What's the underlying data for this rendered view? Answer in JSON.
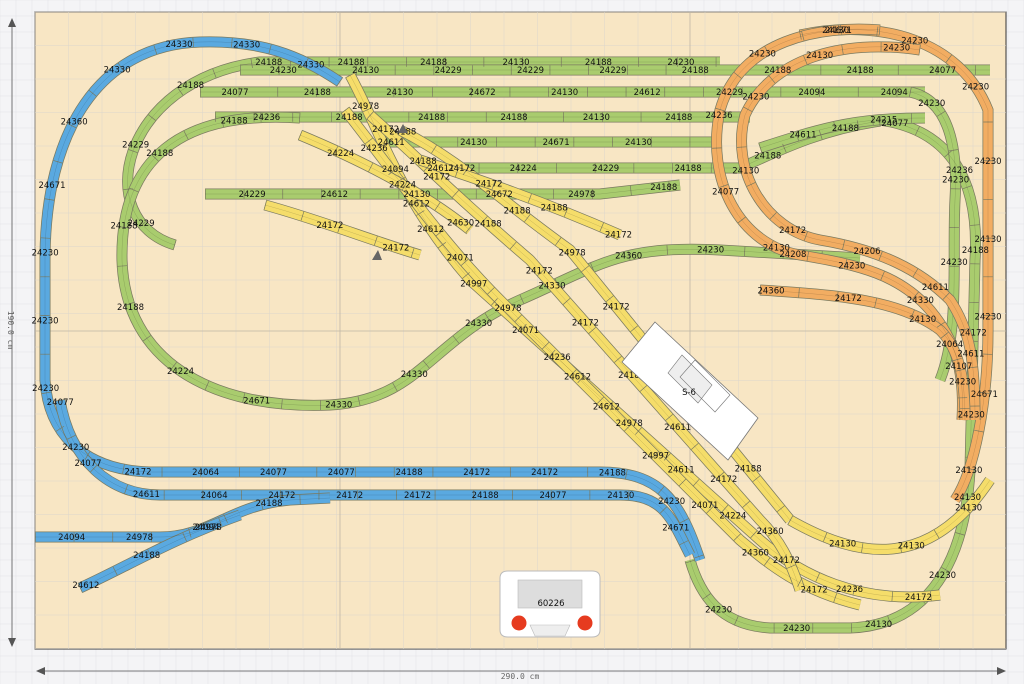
{
  "colors": {
    "board": "#f8e6c4",
    "grid": "#dcd6cc",
    "blue": "#5aa9e0",
    "green": "#a9cc6e",
    "yellow": "#f5dd6a",
    "orange": "#f2ad62",
    "outline": "#7a7a60"
  },
  "dimensions": {
    "width_label": "290.0 cm",
    "height_label": "190.0 cm"
  },
  "station": {
    "label": "S-6"
  },
  "controller": {
    "label": "60226"
  },
  "labels": {
    "blue": [
      "24330",
      "24330",
      "24330",
      "24330",
      "24360",
      "24671",
      "24230",
      "24230",
      "24230",
      "24230",
      "24172",
      "24064",
      "24077",
      "24077",
      "24188",
      "24172",
      "24172",
      "24188",
      "24230",
      "24077",
      "24077",
      "24611",
      "24064",
      "24172",
      "24172",
      "24172",
      "24188",
      "24077",
      "24130",
      "24671",
      "24094",
      "24978",
      "24094",
      "24188",
      "24612",
      "24188",
      "24978"
    ],
    "green": [
      "24229",
      "24229",
      "24188",
      "24188",
      "24188",
      "24188",
      "24130",
      "24188",
      "24230",
      "24230",
      "24130",
      "24229",
      "24229",
      "24229",
      "24188",
      "24188",
      "24188",
      "24077",
      "24077",
      "24188",
      "24130",
      "24672",
      "24130",
      "24612",
      "24229",
      "24094",
      "24094",
      "24236",
      "24188",
      "24188",
      "24188",
      "24130",
      "24188",
      "24611",
      "24130",
      "24671",
      "24130",
      "24611",
      "24224",
      "24229",
      "24188",
      "24188",
      "24188",
      "24229",
      "24612",
      "24130",
      "24672",
      "24978",
      "24188",
      "24188",
      "24188",
      "24188",
      "24188",
      "24224",
      "24671",
      "24330",
      "24330",
      "24330",
      "24330",
      "24360",
      "24230",
      "24208",
      "24077",
      "24236",
      "24188",
      "24172",
      "24230",
      "24130",
      "24230",
      "24130",
      "24230",
      "24230",
      "24230",
      "24230",
      "24230",
      "24064",
      "24611",
      "24215"
    ],
    "yellow": [
      "24978",
      "24094",
      "24612",
      "24997",
      "24071",
      "24612",
      "24978",
      "24611",
      "24224",
      "24172",
      "24236",
      "24172",
      "24236",
      "24612",
      "24071",
      "24978",
      "24236",
      "24612",
      "24997",
      "24071",
      "24360",
      "24172",
      "24172",
      "24172",
      "24188",
      "24172",
      "24172",
      "24188",
      "24611",
      "24172",
      "24360",
      "24188",
      "24172",
      "24188",
      "24978",
      "24172",
      "24188",
      "24188",
      "24188",
      "24188",
      "24172",
      "24188",
      "24172",
      "24172",
      "24172",
      "24224",
      "24224",
      "24630",
      "24130",
      "24130",
      "24130"
    ],
    "orange": [
      "24671",
      "24230",
      "24230",
      "24230",
      "24130",
      "24230",
      "24671",
      "24130",
      "24130",
      "24230",
      "24236",
      "24077",
      "24130",
      "24230",
      "24330",
      "24107",
      "24230",
      "24130",
      "24230",
      "24130",
      "24172",
      "24206",
      "24611",
      "24611",
      "24360",
      "24172",
      "24130",
      "24230"
    ]
  }
}
